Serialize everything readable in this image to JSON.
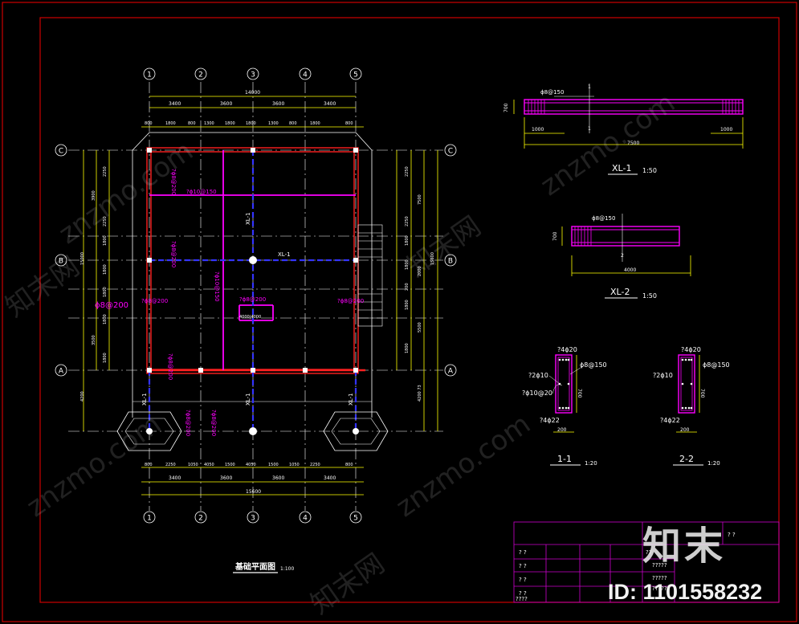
{
  "plan": {
    "title": "基础平面图",
    "scale": "1:100",
    "axes_numbered": [
      "1",
      "2",
      "3",
      "4",
      "5"
    ],
    "axes_lettered": [
      "C",
      "B",
      "A"
    ],
    "top_dims_overall": "14000",
    "top_dims_bays": [
      "3400",
      "3600",
      "3600",
      "3400"
    ],
    "top_dims_detail": [
      "800",
      "1800",
      "800",
      "1300",
      "1800",
      "1800",
      "1300",
      "800",
      "1800",
      "800"
    ],
    "bottom_dims_detail": [
      "800",
      "2250",
      "1050",
      "4050",
      "1500",
      "4050",
      "1500",
      "1050",
      "2250",
      "800"
    ],
    "bottom_dims_bays": [
      "3400",
      "3600",
      "3600",
      "3400"
    ],
    "bottom_dims_overall": "15600",
    "left_dims": [
      "2250",
      "3900",
      "2250",
      "1800",
      "1800",
      "1800",
      "1800",
      "3500",
      "1800",
      "4200",
      "15000"
    ],
    "right_dims": [
      "2250",
      "7500",
      "2250",
      "1800",
      "1800",
      "200",
      "2000",
      "1800",
      "5500",
      "1800",
      "4200 73",
      "15600"
    ],
    "beam_labels": [
      "XL-1",
      "XL-1",
      "XL-1",
      "XL-1",
      "XL-1"
    ],
    "rebar_labels": [
      "?ϕ8@200",
      "?ϕ10@150",
      "?ϕ8@200",
      "ϕ8@200",
      "?ϕ8@200",
      "?ϕ8@200",
      "?ϕ10@150",
      "?ϕ8@200",
      "?ϕ8@200",
      "?ϕ8@200",
      "?ϕ8@200"
    ],
    "dim_4000": "4000|4000"
  },
  "beam_xl1": {
    "label": "XL-1",
    "scale": "1:50",
    "rebar": "ϕ8@150",
    "dims": [
      "1000",
      "1000",
      "7500",
      "700"
    ],
    "section_mark": "1"
  },
  "beam_xl2": {
    "label": "XL-2",
    "scale": "1:50",
    "rebar": "ϕ8@150",
    "dims": [
      "4000",
      "700"
    ],
    "section_mark": "2"
  },
  "section_1": {
    "label": "1-1",
    "scale": "1:20",
    "top": "?4ϕ20",
    "side": "?2ϕ10",
    "stirrup": "ϕ8@150",
    "extra": "?ϕ10@20",
    "bottom": "?4ϕ22",
    "width": "200",
    "height": "700"
  },
  "section_2": {
    "label": "2-2",
    "scale": "1:20",
    "top": "?4ϕ20",
    "side": "?2ϕ10",
    "stirrup": "ϕ8@150",
    "bottom": "?4ϕ22",
    "width": "200",
    "height": "700"
  },
  "title_block": {
    "cells": [
      "? ?",
      "? ?",
      "? ?",
      "? ?",
      "????",
      "??",
      "?????",
      "?????",
      "? ?",
      "?????"
    ]
  },
  "watermark": {
    "brand": "知末",
    "id_text": "ID: 1101558232",
    "site": "znzmo.com",
    "cn": "知末网"
  },
  "colors": {
    "border": "#cc0000",
    "dimension": "#ffff00",
    "wall": "#ff2020",
    "rebar": "#ff00ff",
    "axis": "#ffffff",
    "beam": "#3333ff"
  }
}
